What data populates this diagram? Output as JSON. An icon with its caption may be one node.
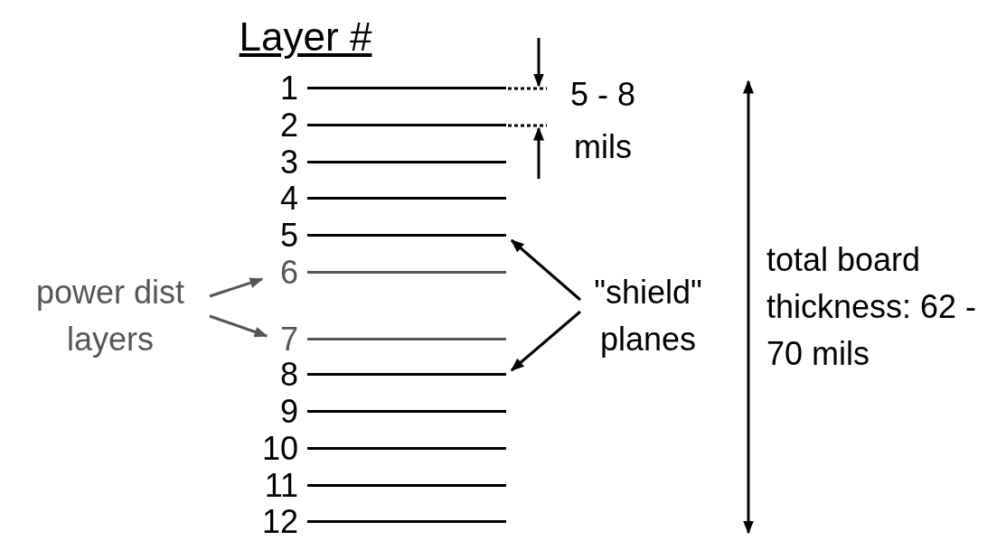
{
  "diagram": {
    "title": "Layer #",
    "nodes": [
      {
        "text": [
          "1"
        ]
      },
      {
        "text": [
          "2"
        ]
      },
      {
        "text": [
          "3"
        ]
      },
      {
        "text": [
          "4"
        ]
      },
      {
        "text": [
          "5"
        ]
      },
      {
        "text": [
          "6"
        ]
      },
      {
        "text": [
          "7"
        ]
      },
      {
        "text": [
          "8"
        ]
      },
      {
        "text": [
          "9"
        ]
      },
      {
        "text": [
          "10"
        ]
      },
      {
        "text": [
          "11"
        ]
      },
      {
        "text": [
          "12"
        ]
      },
      {
        "text": [
          "power dist layers"
        ]
      },
      {
        "text": [
          "\"shield\" planes"
        ]
      }
    ],
    "edges": [
      {
        "from": 12,
        "to": 5,
        "arrow": "to",
        "color": "#555555"
      },
      {
        "from": 12,
        "to": 6,
        "arrow": "to",
        "color": "#555555"
      },
      {
        "from": 13,
        "to": 4,
        "arrow": "to"
      },
      {
        "from": 13,
        "to": 7,
        "arrow": "to"
      }
    ],
    "labels": [
      "5 - 8 mils",
      "total board thickness: 62 - 70 mils"
    ]
  }
}
